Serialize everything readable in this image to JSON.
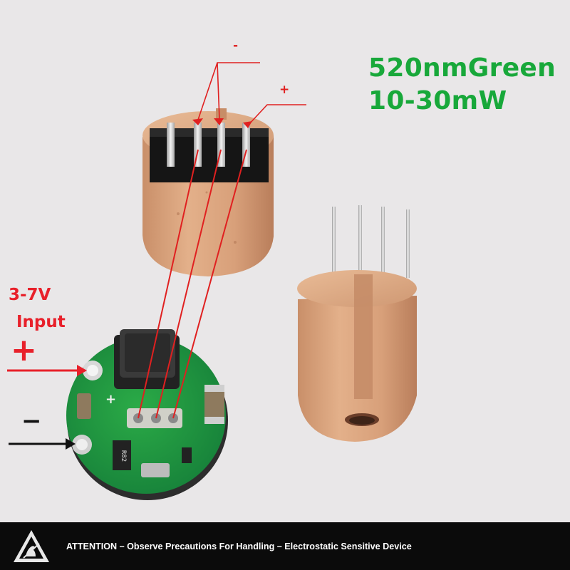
{
  "spec": {
    "wavelength": "520nmGreen",
    "power": "10-30mW"
  },
  "input": {
    "voltage": "3-7V",
    "label": "Input",
    "plus": "+",
    "minus": "−"
  },
  "pins": {
    "minus": "-",
    "plus": "+"
  },
  "board": {
    "resistor_code": "R82"
  },
  "warning": {
    "text": "ATTENTION – Observe Precautions For Handling – Electrostatic Sensitive Device"
  },
  "colors": {
    "spec_green": "#18a83a",
    "annotation_red": "#e02020",
    "pcb_green": "#1f9a3c",
    "copper": "#d6a27a",
    "warning_bar": "#0b0b0b"
  },
  "icons": [
    "esd-warning-icon",
    "arrow-icon"
  ]
}
